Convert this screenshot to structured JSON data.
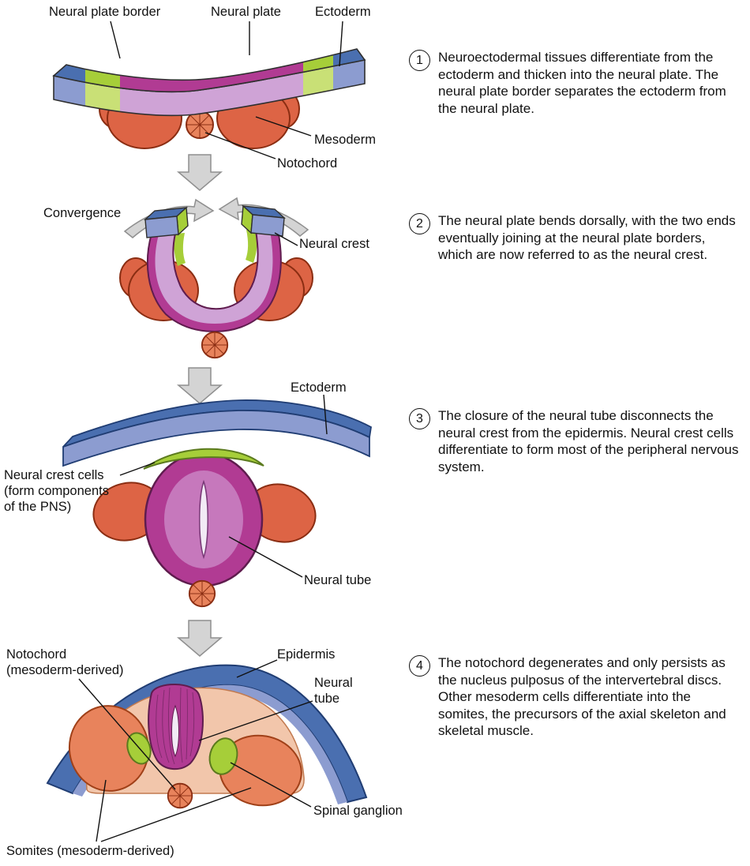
{
  "colors": {
    "ectoderm": "#4a6fb0",
    "ectoderm_light": "#8c9cd0",
    "neural_plate": "#b13b93",
    "neural_plate_light": "#cfa3d6",
    "crest_green": "#a6ce39",
    "crest_green_light": "#c9e076",
    "mesoderm": "#dd6445",
    "somite": "#e8835c",
    "somite_light": "#f2c6ab",
    "arrow_gray": "#d4d4d4",
    "outline": "#2f2f2f",
    "text": "#111111"
  },
  "labels": {
    "stage1": {
      "neural_plate_border": "Neural plate border",
      "neural_plate": "Neural plate",
      "ectoderm": "Ectoderm",
      "mesoderm": "Mesoderm",
      "notochord": "Notochord"
    },
    "stage2": {
      "convergence": "Convergence",
      "neural_crest": "Neural crest"
    },
    "stage3": {
      "ectoderm": "Ectoderm",
      "neural_crest_cells": "Neural crest cells\n(form components\nof the PNS)",
      "neural_tube": "Neural tube"
    },
    "stage4": {
      "notochord": "Notochord\n(mesoderm-derived)",
      "epidermis": "Epidermis",
      "neural_tube": "Neural\ntube",
      "spinal_ganglion": "Spinal ganglion",
      "somites": "Somites (mesoderm-derived)"
    }
  },
  "steps": [
    {
      "number": "1",
      "text": "Neuroectodermal tissues differentiate from the ectoderm and thicken into the neural plate. The neural plate border separates the ectoderm from the neural plate."
    },
    {
      "number": "2",
      "text": "The neural plate bends dorsally, with the two ends eventually joining at the neural plate borders, which are now referred to as the neural crest."
    },
    {
      "number": "3",
      "text": "The closure of the neural tube disconnects the neural crest from the epidermis. Neural crest cells differentiate to form most of the peripheral nervous system."
    },
    {
      "number": "4",
      "text": "The notochord degenerates and only persists as the nucleus pulposus of the intervertebral discs. Other mesoderm cells differentiate into the somites, the precursors of the axial skeleton and skeletal muscle."
    }
  ]
}
